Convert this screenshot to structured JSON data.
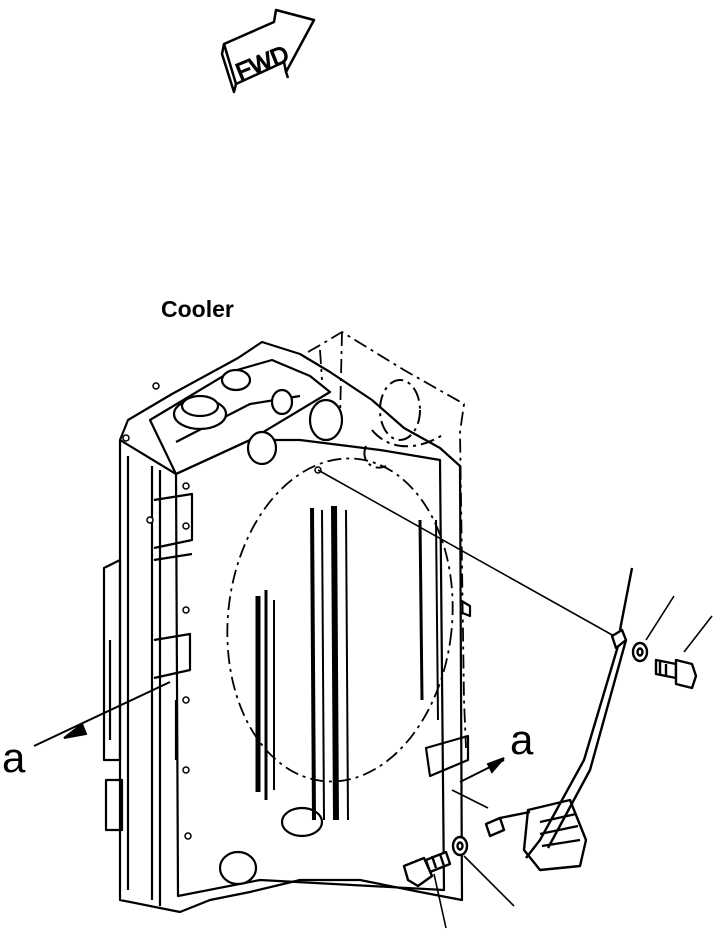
{
  "diagram": {
    "title": "Cooler",
    "forward_indicator": "FWD",
    "view_marker_left": "a",
    "view_marker_right": "a"
  }
}
